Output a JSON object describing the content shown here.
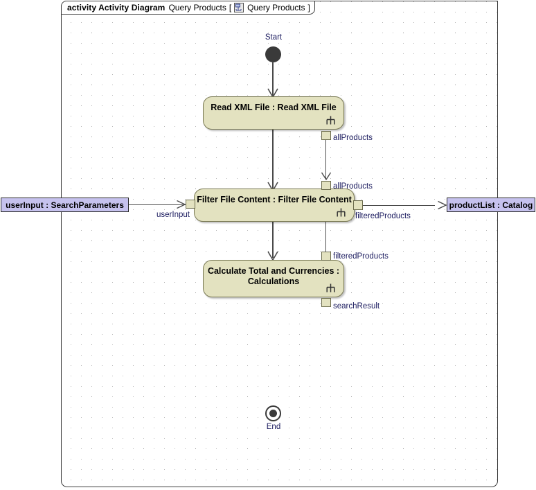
{
  "frame": {
    "keyword": "activity Activity Diagram",
    "name": "Query Products",
    "bracket_open": "[",
    "bracket_close": "]",
    "icon": "activity-diagram-icon",
    "inner_name": "Query Products"
  },
  "nodes": {
    "start": {
      "caption": "Start",
      "icon": "initial-node-icon"
    },
    "end": {
      "caption": "End",
      "icon": "final-node-icon"
    },
    "read_xml": {
      "label": "Read XML File : Read XML File",
      "marker": "rake-icon"
    },
    "filter": {
      "label": "Filter File Content : Filter File Content",
      "marker": "rake-icon"
    },
    "calculate": {
      "label": "Calculate Total and Currencies :\nCalculations",
      "marker": "rake-icon"
    },
    "user_input": {
      "label": "userInput : SearchParameters"
    },
    "product_list": {
      "label": "productList : Catalog"
    }
  },
  "pins": [
    {
      "id": "read-xml-out-allproducts",
      "label": "allProducts"
    },
    {
      "id": "filter-in-allproducts",
      "label": "allProducts"
    },
    {
      "id": "filter-out-filteredproducts",
      "label": "filteredProducts"
    },
    {
      "id": "calculate-in-filteredproducts",
      "label": "filteredProducts"
    },
    {
      "id": "calculate-out-searchresult",
      "label": "searchResult"
    },
    {
      "id": "filter-in-userinput",
      "label": "userInput"
    }
  ],
  "colors": {
    "action_fill": "#e3e2c0",
    "action_border": "#7b7b56",
    "object_fill": "#c6c2ee",
    "object_border": "#2b2b2b",
    "label_text": "#1a1a5e",
    "frame_border": "#3d3d3d",
    "edge": "#4a4a4a"
  }
}
